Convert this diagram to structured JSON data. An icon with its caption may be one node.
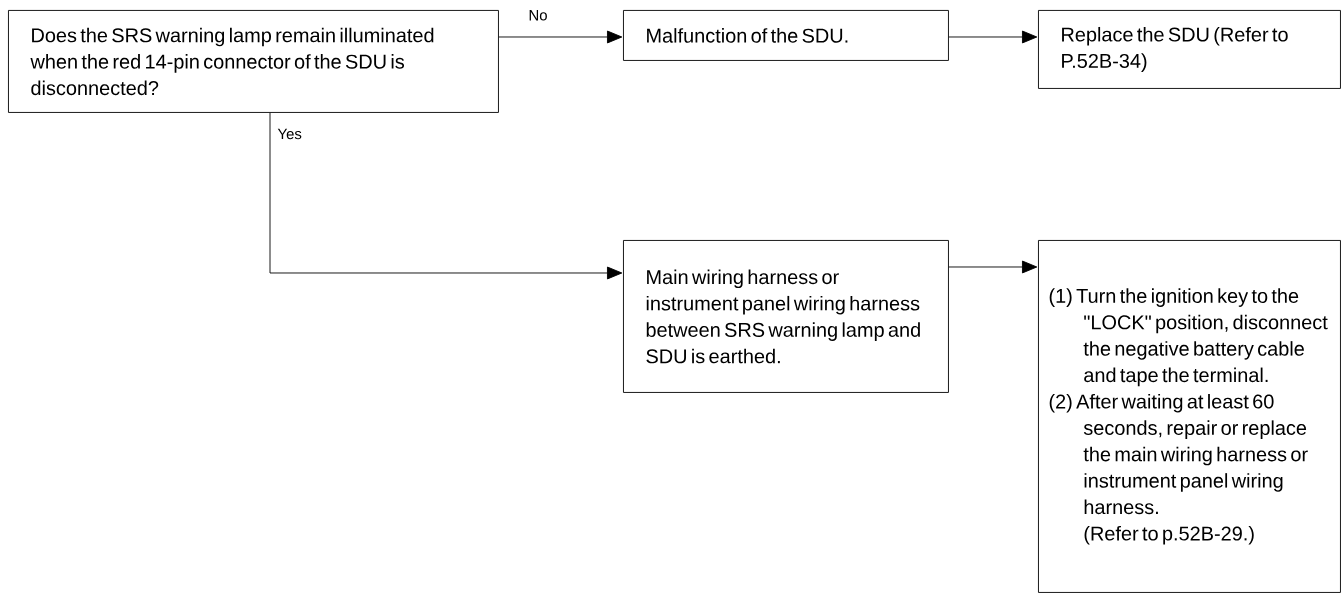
{
  "diagram": {
    "nodes": [
      {
        "text": [
          "Does the SRS warning lamp remain illuminated when the red 14-pin connector of the SDU is disconnected?"
        ]
      },
      {
        "text": [
          "Malfunction of the SDU."
        ]
      },
      {
        "text": [
          "Replace the SDU (Refer to P.52B-34)"
        ]
      },
      {
        "text": [
          "Main wiring harness or instrument panel wiring harness between SRS warning lamp and SDU is earthed."
        ]
      },
      {
        "text": [
          "(1) Turn the ignition key to the \"LOCK\" position, disconnect the negative battery cable and tape the terminal.",
          "(2) After waiting at least 60 seconds, repair or replace the main wiring harness or instrument panel wiring harness.",
          "(Refer to p.52B-29.)"
        ]
      }
    ],
    "edges": [
      {
        "from": 0,
        "to": 1,
        "arrow": "to",
        "label": "No"
      },
      {
        "from": 1,
        "to": 2,
        "arrow": "to"
      },
      {
        "from": 0,
        "to": 3,
        "arrow": "to",
        "label": "Yes"
      },
      {
        "from": 3,
        "to": 4,
        "arrow": "to"
      }
    ]
  }
}
